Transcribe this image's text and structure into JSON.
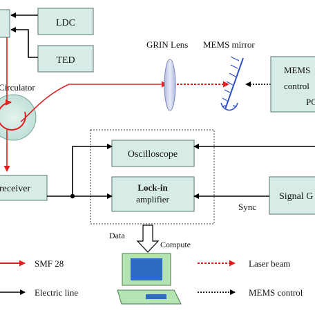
{
  "colors": {
    "box_fill": "#d7ebe7",
    "box_stroke": "#6f8a87",
    "fiber": "#e02020",
    "electric": "#000000",
    "laser": "#e02020",
    "mems_ctrl": "#000000",
    "lens_fill": "#cdd3ec",
    "mirror": "#3050c8",
    "monitor_frame": "#b4e3b4",
    "monitor_screen": "#2c6cc4"
  },
  "blocks": {
    "ldc": "LDC",
    "ted": "TED",
    "oscilloscope": "Oscilloscope",
    "lockin_line1": "Lock-in",
    "lockin_line2": "amplifier",
    "receiver": "receiver",
    "mems_ctrl_line1": "MEMS",
    "mems_ctrl_line2": "control",
    "mems_ctrl_line3": "PC",
    "signal_gen": "Signal G"
  },
  "labels": {
    "grin_lens": "GRIN Lens",
    "mems_mirror": "MEMS mirror",
    "circulator": "Circulator",
    "sync": "Sync",
    "data": "Data",
    "compute": "Compute"
  },
  "icons": {
    "circulator": "circulator-icon",
    "grin_lens": "lens-icon",
    "mems_mirror": "mirror-icon",
    "computer": "computer-icon"
  },
  "legend": {
    "smf28": "SMF 28",
    "electric_line": "Electric line",
    "laser_beam": "Laser beam",
    "mems_control": "MEMS control"
  }
}
